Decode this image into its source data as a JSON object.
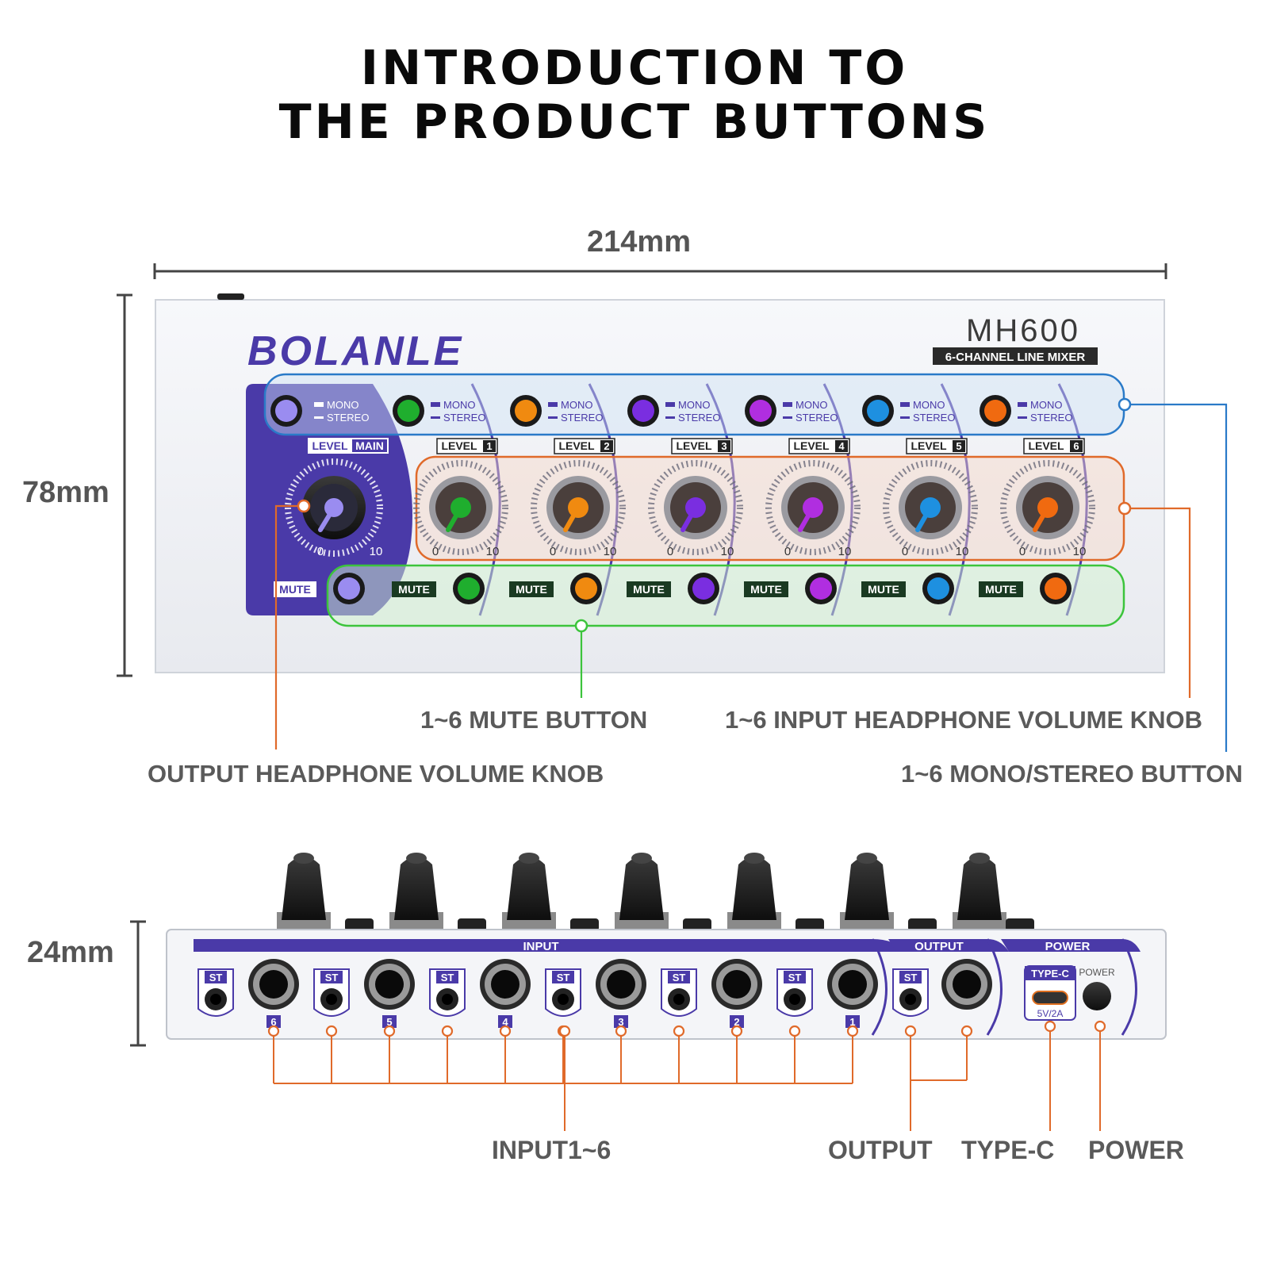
{
  "heading": {
    "line1": "INTRODUCTION TO",
    "line2": "THE PRODUCT BUTTONS"
  },
  "dimensions": {
    "width": "214mm",
    "height_top": "78mm",
    "height_back": "24mm"
  },
  "device": {
    "brand": "BOLANLE",
    "model": "MH600",
    "subtitle": "6-CHANNEL LINE MIXER",
    "mono_label": "MONO",
    "stereo_label": "STEREO",
    "level_label": "LEVEL",
    "main_label": "MAIN",
    "mute_label": "MUTE",
    "scale_min": "0",
    "scale_max": "10",
    "channels": [
      {
        "number": "1",
        "color": "#1fae2e"
      },
      {
        "number": "2",
        "color": "#f08a10"
      },
      {
        "number": "3",
        "color": "#7a2ee0"
      },
      {
        "number": "4",
        "color": "#b02ee0"
      },
      {
        "number": "5",
        "color": "#1e90e0"
      },
      {
        "number": "6",
        "color": "#f06a10"
      }
    ],
    "main_color": "#9a8cf0"
  },
  "back": {
    "input_label": "INPUT",
    "output_label": "OUTPUT",
    "power_label": "POWER",
    "st_label": "ST",
    "typec_label": "TYPE-C",
    "typec_rating": "5V/2A",
    "power_button_label": "POWER",
    "input_numbers": [
      "6",
      "5",
      "4",
      "3",
      "2",
      "1"
    ]
  },
  "callouts": {
    "mute_button": "1~6 MUTE BUTTON",
    "input_knob": "1~6 INPUT HEADPHONE VOLUME KNOB",
    "output_knob": "OUTPUT HEADPHONE VOLUME KNOB",
    "mono_stereo": "1~6 MONO/STEREO BUTTON",
    "input": "INPUT1~6",
    "output": "OUTPUT",
    "typec": "TYPE-C",
    "power": "POWER"
  },
  "colors": {
    "accent_purple": "#4a3aa8",
    "callout_orange": "#e06a2a",
    "callout_green": "#3cc43c",
    "callout_blue": "#2a7ac8"
  }
}
